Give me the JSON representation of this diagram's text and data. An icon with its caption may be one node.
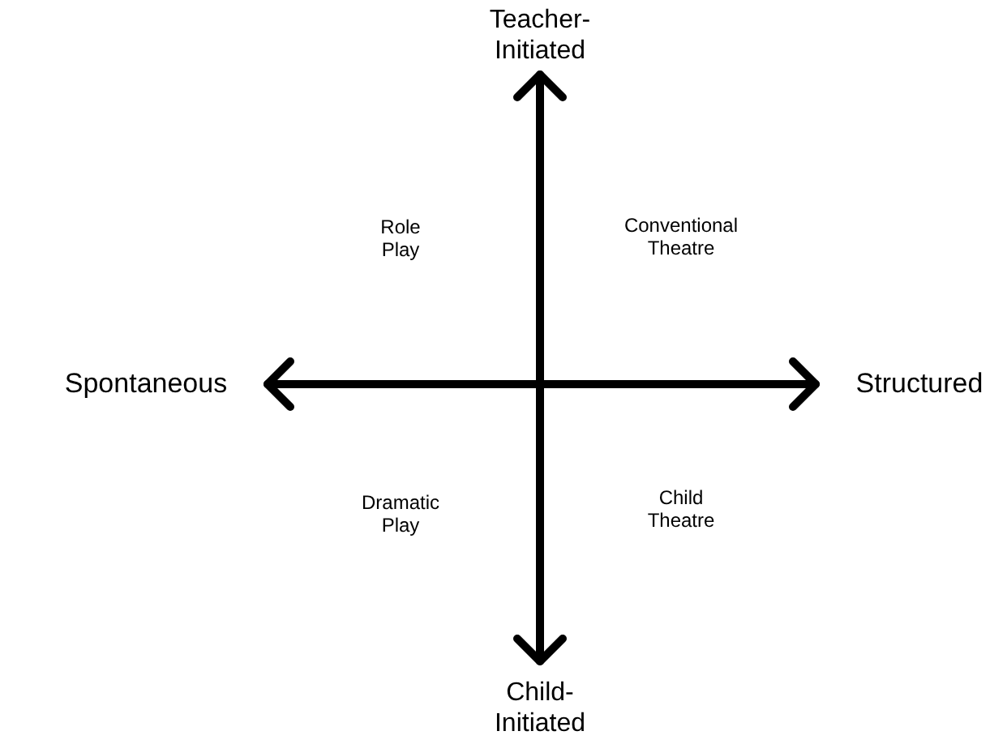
{
  "diagram": {
    "labels": [
      "Teacher- Initiated",
      "Role Play",
      "Conventional Theatre",
      "Spontaneous",
      "Structured",
      "Dramatic Play",
      "Child Theatre",
      "Child- Initiated"
    ]
  }
}
